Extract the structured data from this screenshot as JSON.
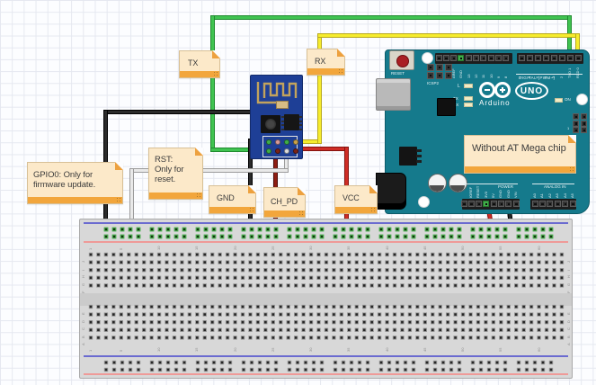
{
  "notes": {
    "tx": {
      "label": "TX"
    },
    "rx": {
      "label": "RX"
    },
    "gnd": {
      "label": "GND"
    },
    "ch_pd": {
      "label": "CH_PD"
    },
    "vcc": {
      "label": "VCC"
    },
    "gpio0": {
      "line1": "GPIO0: Only for",
      "line2": "firmware update."
    },
    "rst": {
      "line1": "RST:",
      "line2": "Only for",
      "line3": "reset."
    },
    "atmega": {
      "label": "Without AT Mega chip"
    }
  },
  "arduino": {
    "reset_label": "RESET",
    "icsp2_label": "ICSP2",
    "icsp1_pin1_label": "1",
    "digital_label": "DIGITAL (PWM~)",
    "led_l": "L",
    "led_tx": "TX",
    "led_rx": "RX",
    "led_on": "ON",
    "brand": "Arduino",
    "model": "UNO",
    "power_label": "POWER",
    "analog_label": "ANALOG IN",
    "digital_pins_left": [
      "AREF",
      "GND",
      "13",
      "12",
      "11",
      "10",
      "9",
      "8"
    ],
    "digital_pins_right": [
      "7",
      "6",
      "5",
      "4",
      "3",
      "2",
      "TXD 1",
      "RXD 0"
    ],
    "power_pins": [
      "IOREF",
      "RESET",
      "3V3",
      "5V",
      "GND",
      "GND",
      "VIN"
    ],
    "analog_pins": [
      "A0",
      "A1",
      "A2",
      "A3",
      "A4",
      "A5"
    ]
  },
  "breadboard": {
    "column_numbers": [
      "1",
      "5",
      "10",
      "15",
      "20",
      "25",
      "30",
      "35",
      "40",
      "45",
      "50",
      "55",
      "60"
    ],
    "row_letters_top": [
      "J",
      "I",
      "H",
      "G",
      "F"
    ],
    "row_letters_bottom": [
      "E",
      "D",
      "C",
      "B",
      "A"
    ]
  },
  "esp8266": {
    "pin_colors_top": [
      "#3fae49",
      "#d89a96",
      "#3fae49",
      "#c9a14a"
    ],
    "pin_colors_bottom": [
      "#3fae49",
      "#7a2318",
      "#dcdcdc",
      "#7a2318"
    ]
  },
  "wires": [
    {
      "signal": "TX",
      "color": "#40c351"
    },
    {
      "signal": "RX",
      "color": "#f6ec2d"
    },
    {
      "signal": "VCC",
      "color": "#cf2d26"
    },
    {
      "signal": "CH_PD",
      "color": "#8e1d12"
    },
    {
      "signal": "GPIO0",
      "color": "#2b2b2b"
    },
    {
      "signal": "GND",
      "color": "#2b2b2b"
    },
    {
      "signal": "RST",
      "color": "#e9e9e9"
    },
    {
      "signal": "3V3",
      "color": "#cf2d26"
    },
    {
      "signal": "GND2",
      "color": "#2b2b2b"
    }
  ],
  "colors": {
    "arduino_teal": "#157a8c",
    "esp_blue": "#1e3f96",
    "note_bg": "#fce9c9",
    "note_bar": "#f2a63c",
    "rail_blue": "#6b6bd0",
    "rail_red": "#ef9a98",
    "rail_hole_green": "#49ad4e"
  }
}
